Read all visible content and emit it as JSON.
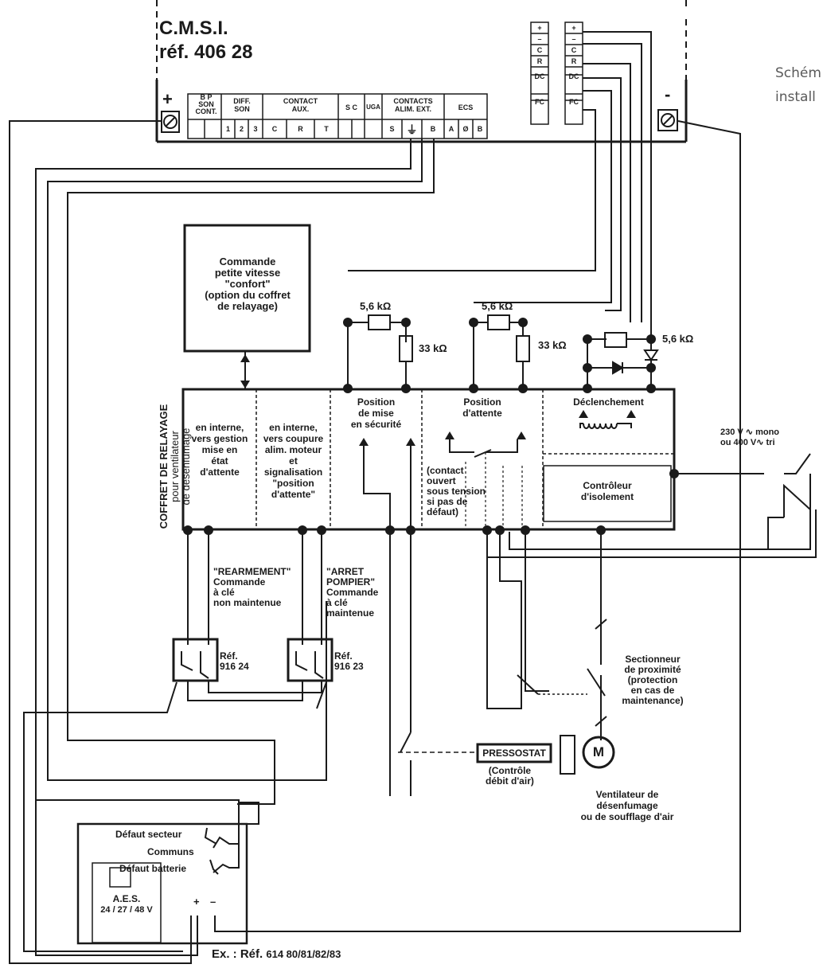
{
  "header": {
    "product": "C.M.S.I.",
    "reference": "réf. 406 28"
  },
  "side_caption": {
    "line1": "Schém",
    "line2": "install"
  },
  "cmsi_panel": {
    "plus": "+",
    "minus": "-",
    "terminal_groups": [
      {
        "label1": "B P",
        "label2": "SON",
        "label3": "CONT.",
        "terms": [
          "",
          ""
        ]
      },
      {
        "label1": "DIFF.",
        "label2": "SON",
        "label3": "",
        "terms": [
          "1",
          "2",
          "3"
        ]
      },
      {
        "label1": "CONTACT",
        "label2": "AUX.",
        "label3": "",
        "terms": [
          "C",
          "R",
          "T"
        ]
      },
      {
        "label1": "S C",
        "label2": "",
        "label3": "",
        "terms": [
          "",
          ""
        ]
      },
      {
        "label1": "UGA",
        "label2": "",
        "label3": "",
        "terms": [
          ""
        ]
      },
      {
        "label1": "CONTACTS",
        "label2": "ALIM. EXT.",
        "label3": "",
        "terms": [
          "S",
          "⏚",
          "B"
        ]
      },
      {
        "label1": "ECS",
        "label2": "",
        "label3": "",
        "terms": [
          "A",
          "Ø",
          "B"
        ]
      }
    ],
    "strip_labels": [
      "+",
      "–",
      "C",
      "R",
      "DC",
      "FC"
    ]
  },
  "relay_box": {
    "title_bold": "COFFRET DE RELAYAGE",
    "title_line2": "pour ventilateur",
    "title_line3": "de désenfumage",
    "col1": [
      "en interne,",
      "vers gestion",
      "mise en",
      "état",
      "d'attente"
    ],
    "col2": [
      "en interne,",
      "vers coupure",
      "alim. moteur",
      "et",
      "signalisation",
      "\"position",
      "d'attente\""
    ],
    "col3": [
      "Position",
      "de mise",
      "en sécurité"
    ],
    "col4": [
      "Position",
      "d'attente"
    ],
    "col4_note": [
      "(contact",
      "ouvert",
      "sous tension",
      "si pas de",
      "défaut)"
    ],
    "col5": [
      "Déclenchement"
    ],
    "insulation_monitor": [
      "Contrôleur",
      "d'isolement"
    ]
  },
  "comfort_box": [
    "Commande",
    "petite vitesse",
    "\"confort\"",
    "(option du coffret",
    "de relayage)"
  ],
  "resistors": {
    "r1": "5,6 kΩ",
    "r2": "33 kΩ",
    "r3": "5,6 kΩ",
    "r4": "33 kΩ",
    "r5": "5,6 kΩ"
  },
  "power_supply": {
    "line1": "230 V ∿ mono",
    "line2": "ou 400 V∿  tri"
  },
  "rearm": {
    "title": [
      "\"REARMEMENT\"",
      "Commande",
      "à clé",
      "non maintenue"
    ],
    "ref": [
      "Réf.",
      "916 24"
    ]
  },
  "stop": {
    "title": [
      "\"ARRET",
      "POMPIER\"",
      "Commande",
      "à clé",
      "maintenue"
    ],
    "ref": [
      "Réf.",
      "916 23"
    ]
  },
  "isolator": [
    "Sectionneur",
    "de proximité",
    "(protection",
    "en cas de",
    "maintenance)"
  ],
  "pressostat": {
    "label": "PRESSOSTAT",
    "note": [
      "(Contrôle",
      "débit d'air)"
    ]
  },
  "motor": {
    "symbol": "M",
    "caption": [
      "Ventilateur de",
      "désenfumage",
      "ou de soufflage d'air"
    ]
  },
  "aes": {
    "defaut_secteur": "Défaut secteur",
    "communs": "Communs",
    "defaut_batterie": "Défaut batterie",
    "name": "A.E.S.",
    "voltage": "24 / 27 / 48 V",
    "plus": "+",
    "minus": "–"
  },
  "example": {
    "prefix": "Ex. : Réf.",
    "refs": "614 80/81/82/83"
  }
}
